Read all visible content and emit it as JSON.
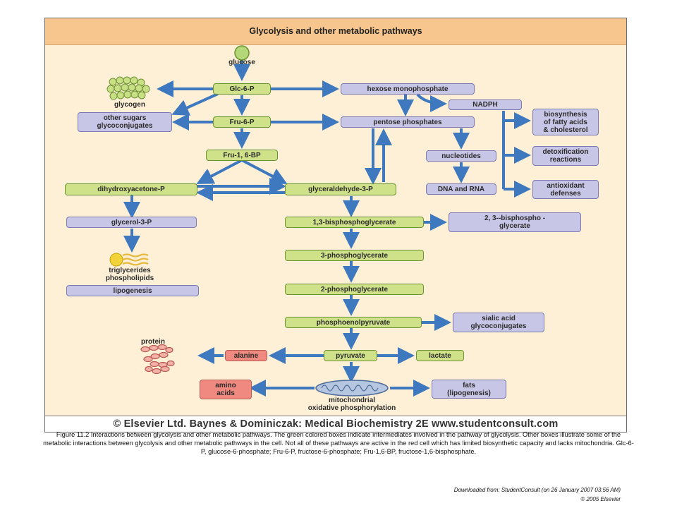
{
  "diagram": {
    "title": "Glycolysis and other metabolic pathways",
    "copyright": "© Elsevier Ltd. Baynes & Dominiczak: Medical Biochemistry 2E www.studentconsult.com",
    "colors": {
      "intermediate_fill": "#cfe28a",
      "other_fill": "#c8c6e6",
      "red_cell_fill": "#f0897f",
      "arrow": "#3e79c0",
      "background": "#fdf0d6",
      "title_bar": "#f6c68e"
    },
    "labels": {
      "glucose": "glucose",
      "glycogen": "glycogen",
      "triglycerides": "triglycerides\nphospholipids",
      "protein": "protein",
      "mito": "mitochondrial\noxidative phosphorylation"
    },
    "nodes": {
      "glc6p": "Glc-6-P",
      "fru6p": "Fru-6-P",
      "fru16bp": "Fru-1, 6-BP",
      "dhap": "dihydroxyacetone-P",
      "gap": "glyceraldehyde-3-P",
      "bpg13": "1,3-bisphosphoglycerate",
      "pg3": "3-phosphoglycerate",
      "pg2": "2-phosphoglycerate",
      "pep": "phosphoenolpyruvate",
      "pyruvate": "pyruvate",
      "hexose": "hexose monophosphate",
      "nadph": "NADPH",
      "pentose": "pentose phosphates",
      "nucleotides": "nucleotides",
      "dna": "DNA and RNA",
      "other_sugars": "other sugars\nglycoconjugates",
      "fatty_acids": "biosynthesis\nof fatty acids\n& cholesterol",
      "detox": "detoxification\nreactions",
      "antioxidant": "antioxidant\ndefenses",
      "glycerol3p": "glycerol-3-P",
      "lipogenesis": "lipogenesis",
      "bpg23": "2, 3--bisphospho -\nglycerate",
      "sialic": "sialic acid\nglycoconjugates",
      "alanine": "alanine",
      "lactate": "lactate",
      "amino_acids": "amino\nacids",
      "fats": "fats\n(lipogenesis)"
    }
  },
  "caption": "Figure 11.2 Interactions between glycolysis and other metabolic pathways. The green colored boxes indicate intermediates involved in the pathway of glycolysis. Other boxes illustrate some of the metabolic interactions between glycolysis and other metabolic pathways in the cell. Not all of these pathways are active in the red cell which has limited biosynthetic capacity and lacks mitochondria. Glc-6-P, glucose-6-phosphate; Fru-6-P, fructose-6-phosphate; Fru-1,6-BP, fructose-1,6-bisphosphate.",
  "source": {
    "line1": "Downloaded from: StudentConsult (on 26 January 2007 03:56 AM)",
    "line2": "© 2005 Elsevier"
  }
}
